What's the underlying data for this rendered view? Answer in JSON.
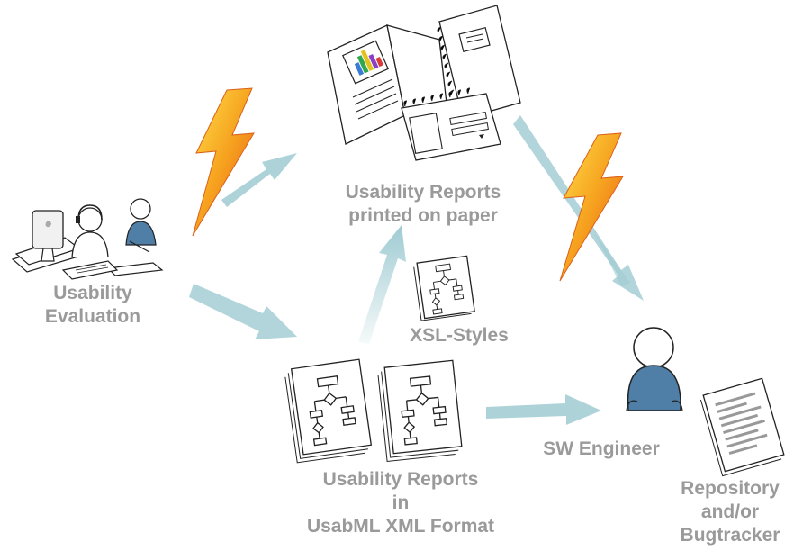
{
  "labels": {
    "usability_evaluation": [
      "Usability",
      "Evaluation"
    ],
    "reports_printed": [
      "Usability Reports",
      "printed on paper"
    ],
    "xsl_styles": "XSL-Styles",
    "reports_xml": [
      "Usability Reports",
      "in",
      "UsabML XML Format"
    ],
    "sw_engineer": "SW Engineer",
    "repository": [
      "Repository",
      "and/or",
      "Bugtracker"
    ]
  },
  "colors": {
    "label_gray": "#9a9a9a",
    "arrow_teal": "#9fcbd2",
    "lightning_orange": "#f39a1e",
    "engineer_blue": "#4f7fa6"
  },
  "icons": [
    "lightning-icon",
    "person-icon",
    "document-icon",
    "flowchart-icon",
    "bar-chart-icon",
    "computer-icon",
    "headset-icon"
  ]
}
